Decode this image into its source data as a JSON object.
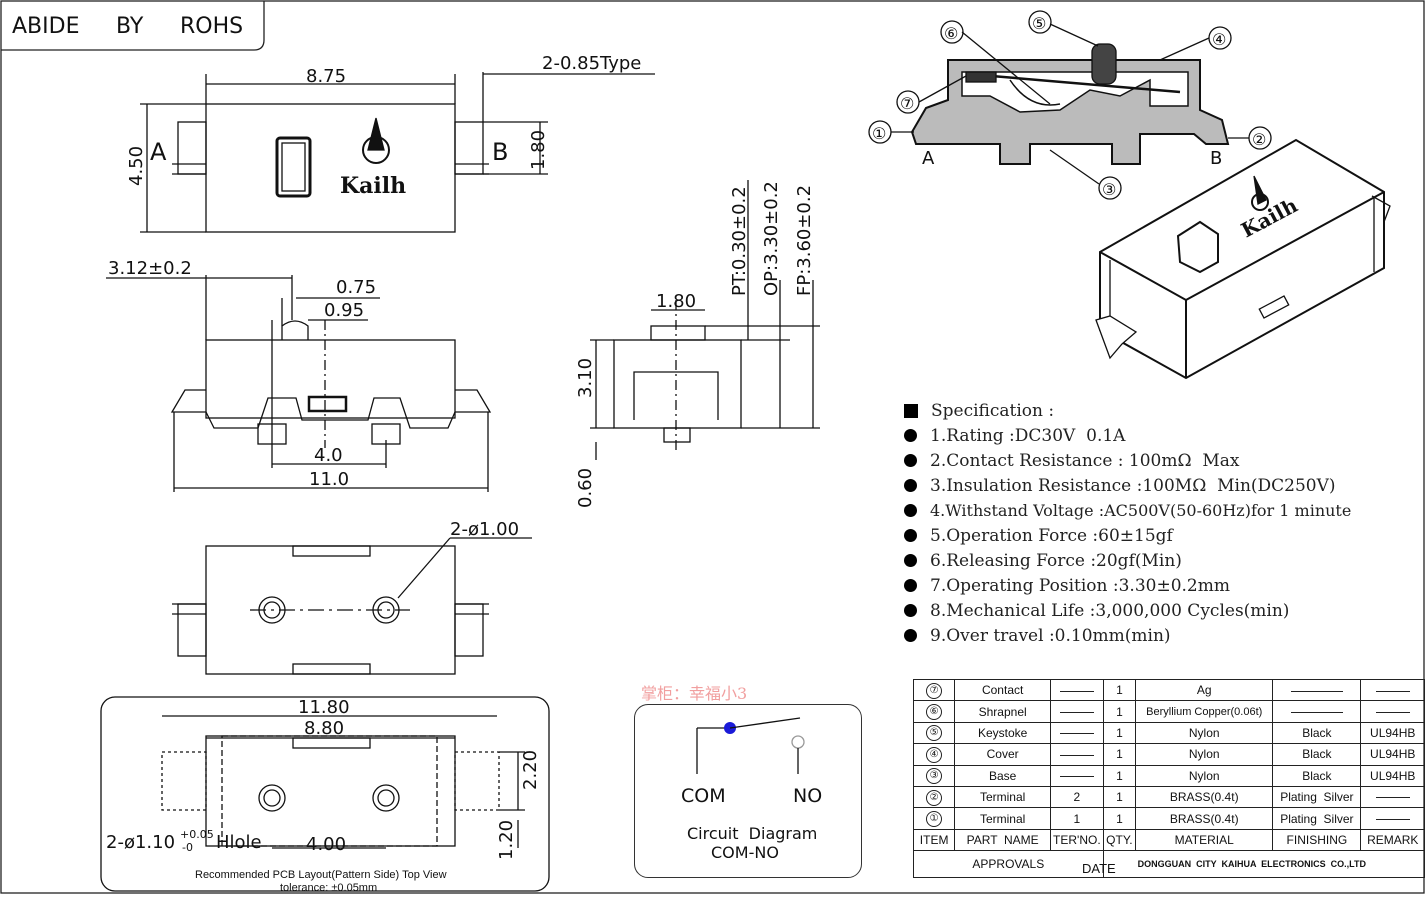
{
  "title_block": {
    "abide": "ABIDE",
    "by": "BY",
    "rohs": "ROHS"
  },
  "top_view": {
    "width": "8.75",
    "height": "4.50",
    "pin_type": "2-0.85Type",
    "pin_height": "1.80",
    "side_a": "A",
    "side_b": "B",
    "logo": "Kailh"
  },
  "side_view": {
    "offset": "3.12±0.2",
    "actuator_w1": "0.75",
    "actuator_w2": "0.95",
    "pitch": "4.0",
    "overall": "11.0"
  },
  "end_view": {
    "actuator_width": "1.80",
    "body_height": "3.10",
    "pin_height": "0.60",
    "pt": "PT:0.30±0.2",
    "op": "OP:3.30±0.2",
    "fp": "FP:3.60±0.2"
  },
  "bottom_view": {
    "holes": "2-ø1.00"
  },
  "pcb_layout": {
    "overall": "11.80",
    "inner": "8.80",
    "pitch": "4.00",
    "pad_h": "2.20",
    "pad_w": "1.20",
    "hole": "2-ø1.10",
    "hole_tol_plus": "+0.05",
    "hole_tol_minus": "-0",
    "hole_word": "Hlole",
    "caption": "Recommended PCB Layout(Pattern Side) Top View",
    "tolerance": "tolerance: ±0.05mm"
  },
  "cross_section": {
    "labels": [
      "①",
      "②",
      "③",
      "④",
      "⑤",
      "⑥",
      "⑦"
    ],
    "side_a": "A",
    "side_b": "B",
    "logo": "Kailh"
  },
  "specification": {
    "heading": "Specification :",
    "items": [
      "1.Rating :DC30V  0.1A",
      "2.Contact Resistance : 100mΩ  Max",
      "3.Insulation Resistance :100MΩ  Min(DC250V)",
      "4.Withstand Voltage :AC500V(50-60Hz)for 1 minute",
      "5.Operation Force :60±15gf",
      "6.Releasing Force :20gf(Min)",
      "7.Operating Position :3.30±0.2mm",
      "8.Mechanical Life :3,000,000 Cycles(min)",
      "9.Over travel :0.10mm(min)"
    ]
  },
  "watermark": "掌柜：幸福小3",
  "circuit": {
    "com": "COM",
    "no": "NO",
    "caption1": "Circuit  Diagram",
    "caption2": "COM-NO"
  },
  "bom": {
    "rows": [
      {
        "item": "⑦",
        "part": "Contact",
        "ter": "",
        "qty": "1",
        "material": "Ag",
        "finishing": "",
        "remark": ""
      },
      {
        "item": "⑥",
        "part": "Shrapnel",
        "ter": "",
        "qty": "1",
        "material": "Beryllium  Copper(0.06t)",
        "finishing": "",
        "remark": ""
      },
      {
        "item": "⑤",
        "part": "Keystoke",
        "ter": "",
        "qty": "1",
        "material": "Nylon",
        "finishing": "Black",
        "remark": "UL94HB"
      },
      {
        "item": "④",
        "part": "Cover",
        "ter": "",
        "qty": "1",
        "material": "Nylon",
        "finishing": "Black",
        "remark": "UL94HB"
      },
      {
        "item": "③",
        "part": "Base",
        "ter": "",
        "qty": "1",
        "material": "Nylon",
        "finishing": "Black",
        "remark": "UL94HB"
      },
      {
        "item": "②",
        "part": "Terminal",
        "ter": "2",
        "qty": "1",
        "material": "BRASS(0.4t)",
        "finishing": "Plating  Silver",
        "remark": ""
      },
      {
        "item": "①",
        "part": "Terminal",
        "ter": "1",
        "qty": "1",
        "material": "BRASS(0.4t)",
        "finishing": "Plating  Silver",
        "remark": ""
      }
    ],
    "headers": {
      "item": "ITEM",
      "part": "PART  NAME",
      "ter": "TER'NO.",
      "qty": "QTY.",
      "material": "MATERIAL",
      "finishing": "FINISHING",
      "remark": "REMARK"
    },
    "approvals": "APPROVALS",
    "date": "DATE",
    "company": "DONGGUAN  CITY  KAIHUA  ELECTRONICS  CO.,LTD"
  }
}
